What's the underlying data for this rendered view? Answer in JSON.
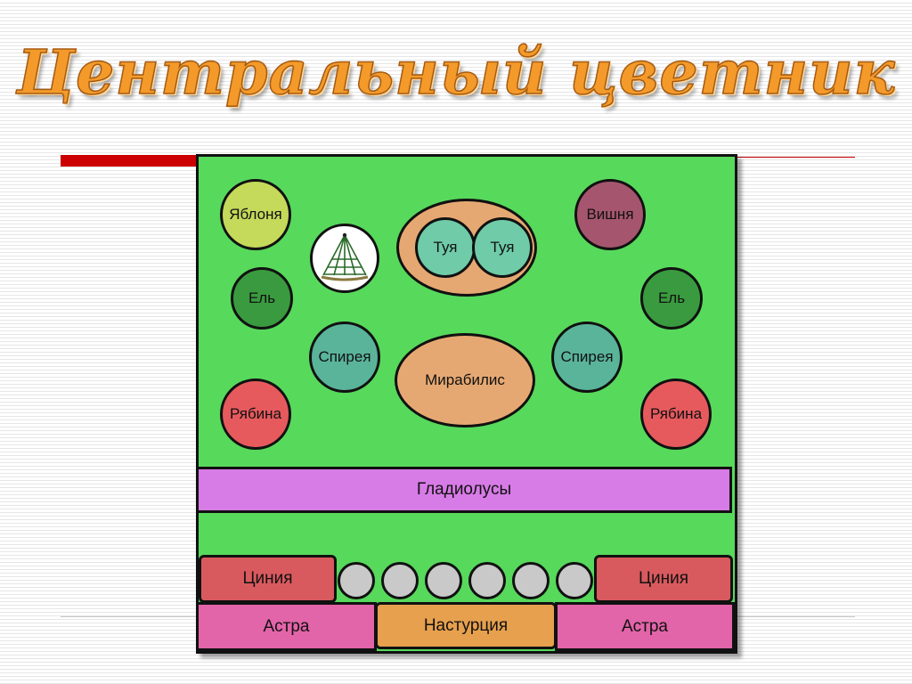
{
  "title": "Центральный цветник",
  "plants": {
    "yablonya": "Яблоня",
    "el_left": "Ель",
    "ryabina_left": "Рябина",
    "spireya_left": "Спирея",
    "tuya_1": "Туя",
    "tuya_2": "Туя",
    "mirabilis": "Мирабилис",
    "vishnya": "Вишня",
    "el_right": "Ель",
    "spireya_right": "Спирея",
    "ryabina_right": "Рябина"
  },
  "beds": {
    "gladiolusy": "Гладиолусы",
    "tsiniya_left": "Циния",
    "tsiniya_right": "Циния",
    "astra_left": "Астра",
    "nasturtsiya": "Настурция",
    "astra_right": "Астра"
  },
  "colors": {
    "lawn": "#57d95c",
    "yablonya": "#c5d95a",
    "el": "#3a9a3f",
    "ryabina": "#e65a5e",
    "spireya": "#5ab49a",
    "tuya": "#6fcba8",
    "tuya_group": "#e6a872",
    "mirabilis": "#e6a872",
    "vishnya": "#a5566e",
    "gladiolusy": "#d77be6",
    "tsiniya": "#d95a5e",
    "astra": "#e264a9",
    "nasturtsiya": "#e6a04e",
    "stones": "#c9c9c9"
  }
}
